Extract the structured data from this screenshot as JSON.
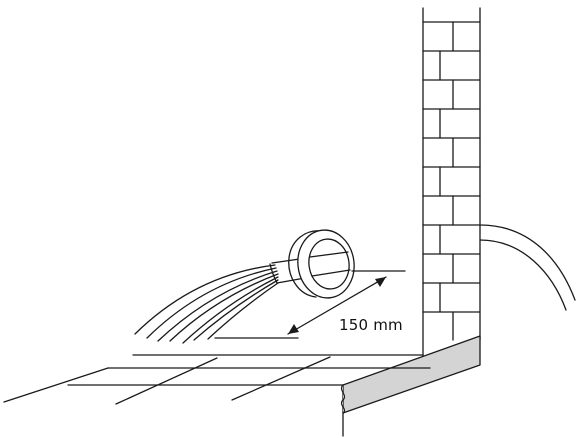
{
  "diagram": {
    "dimension_label": "150 mm",
    "colors": {
      "line": "#1a1a1a",
      "ledge_fill": "#d4d4d4",
      "background": "#ffffff"
    },
    "elements": [
      "brick-wall",
      "wall-sleeve",
      "cable-bundle",
      "external-cable",
      "floor-grid",
      "floor-ledge",
      "dimension-arrow"
    ]
  }
}
